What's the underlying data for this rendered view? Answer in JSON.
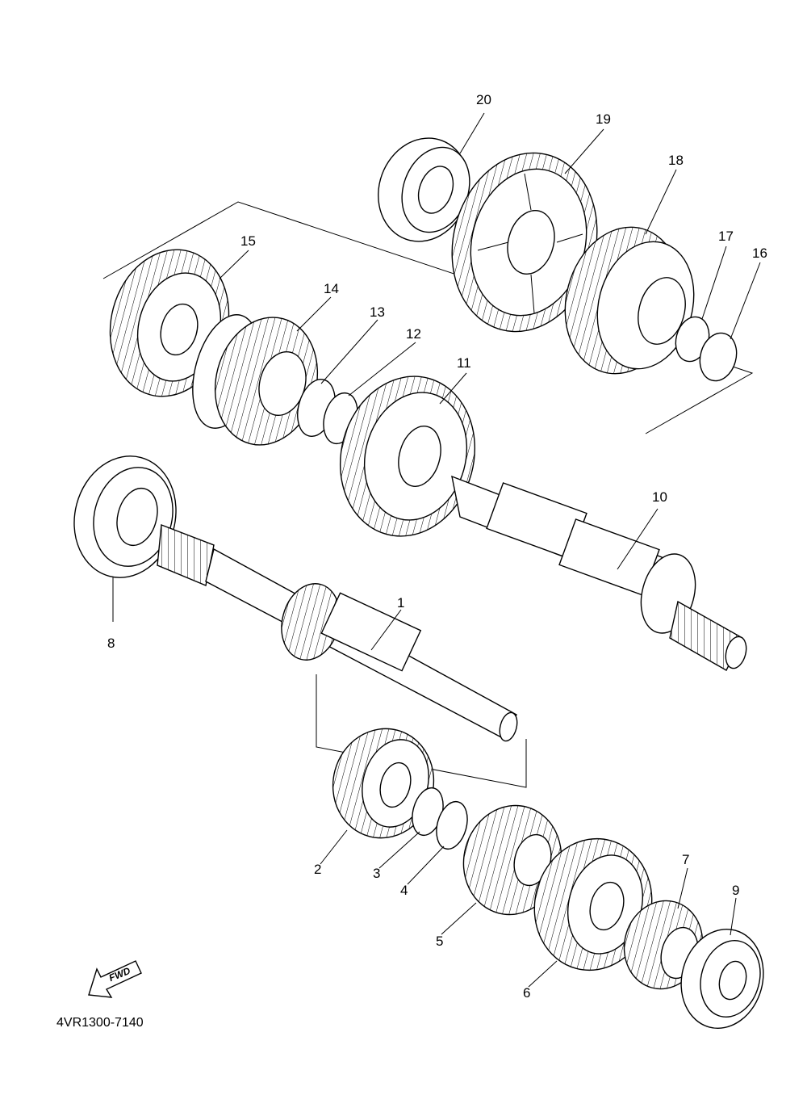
{
  "diagram": {
    "part_code": "4VR1300-7140",
    "direction_arrow_label": "FWD",
    "callouts": [
      "1",
      "2",
      "3",
      "4",
      "5",
      "6",
      "7",
      "8",
      "9",
      "10",
      "11",
      "12",
      "13",
      "14",
      "15",
      "16",
      "17",
      "18",
      "19",
      "20"
    ]
  }
}
